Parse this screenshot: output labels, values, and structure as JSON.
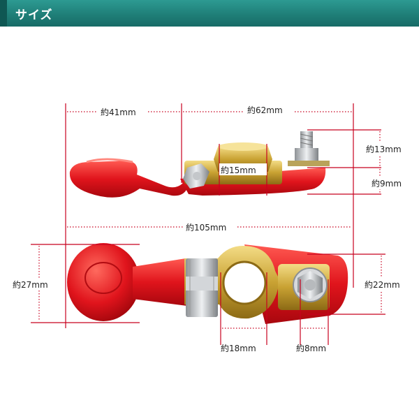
{
  "header": {
    "title": "サイズ",
    "color": "#1f7f78"
  },
  "dimensions": {
    "cap_length": "約41mm",
    "body_length": "約62mm",
    "bolt_height": "約13mm",
    "post_diameter_top": "約15mm",
    "body_height": "約9mm",
    "total_length": "約105mm",
    "total_width": "約27mm",
    "body_width": "約22mm",
    "clamp_hole": "約18mm",
    "bolt_diameter": "約8mm"
  },
  "colors": {
    "guide": "#c8001e",
    "cap": "#e0141c",
    "brass": "#c9a233"
  }
}
